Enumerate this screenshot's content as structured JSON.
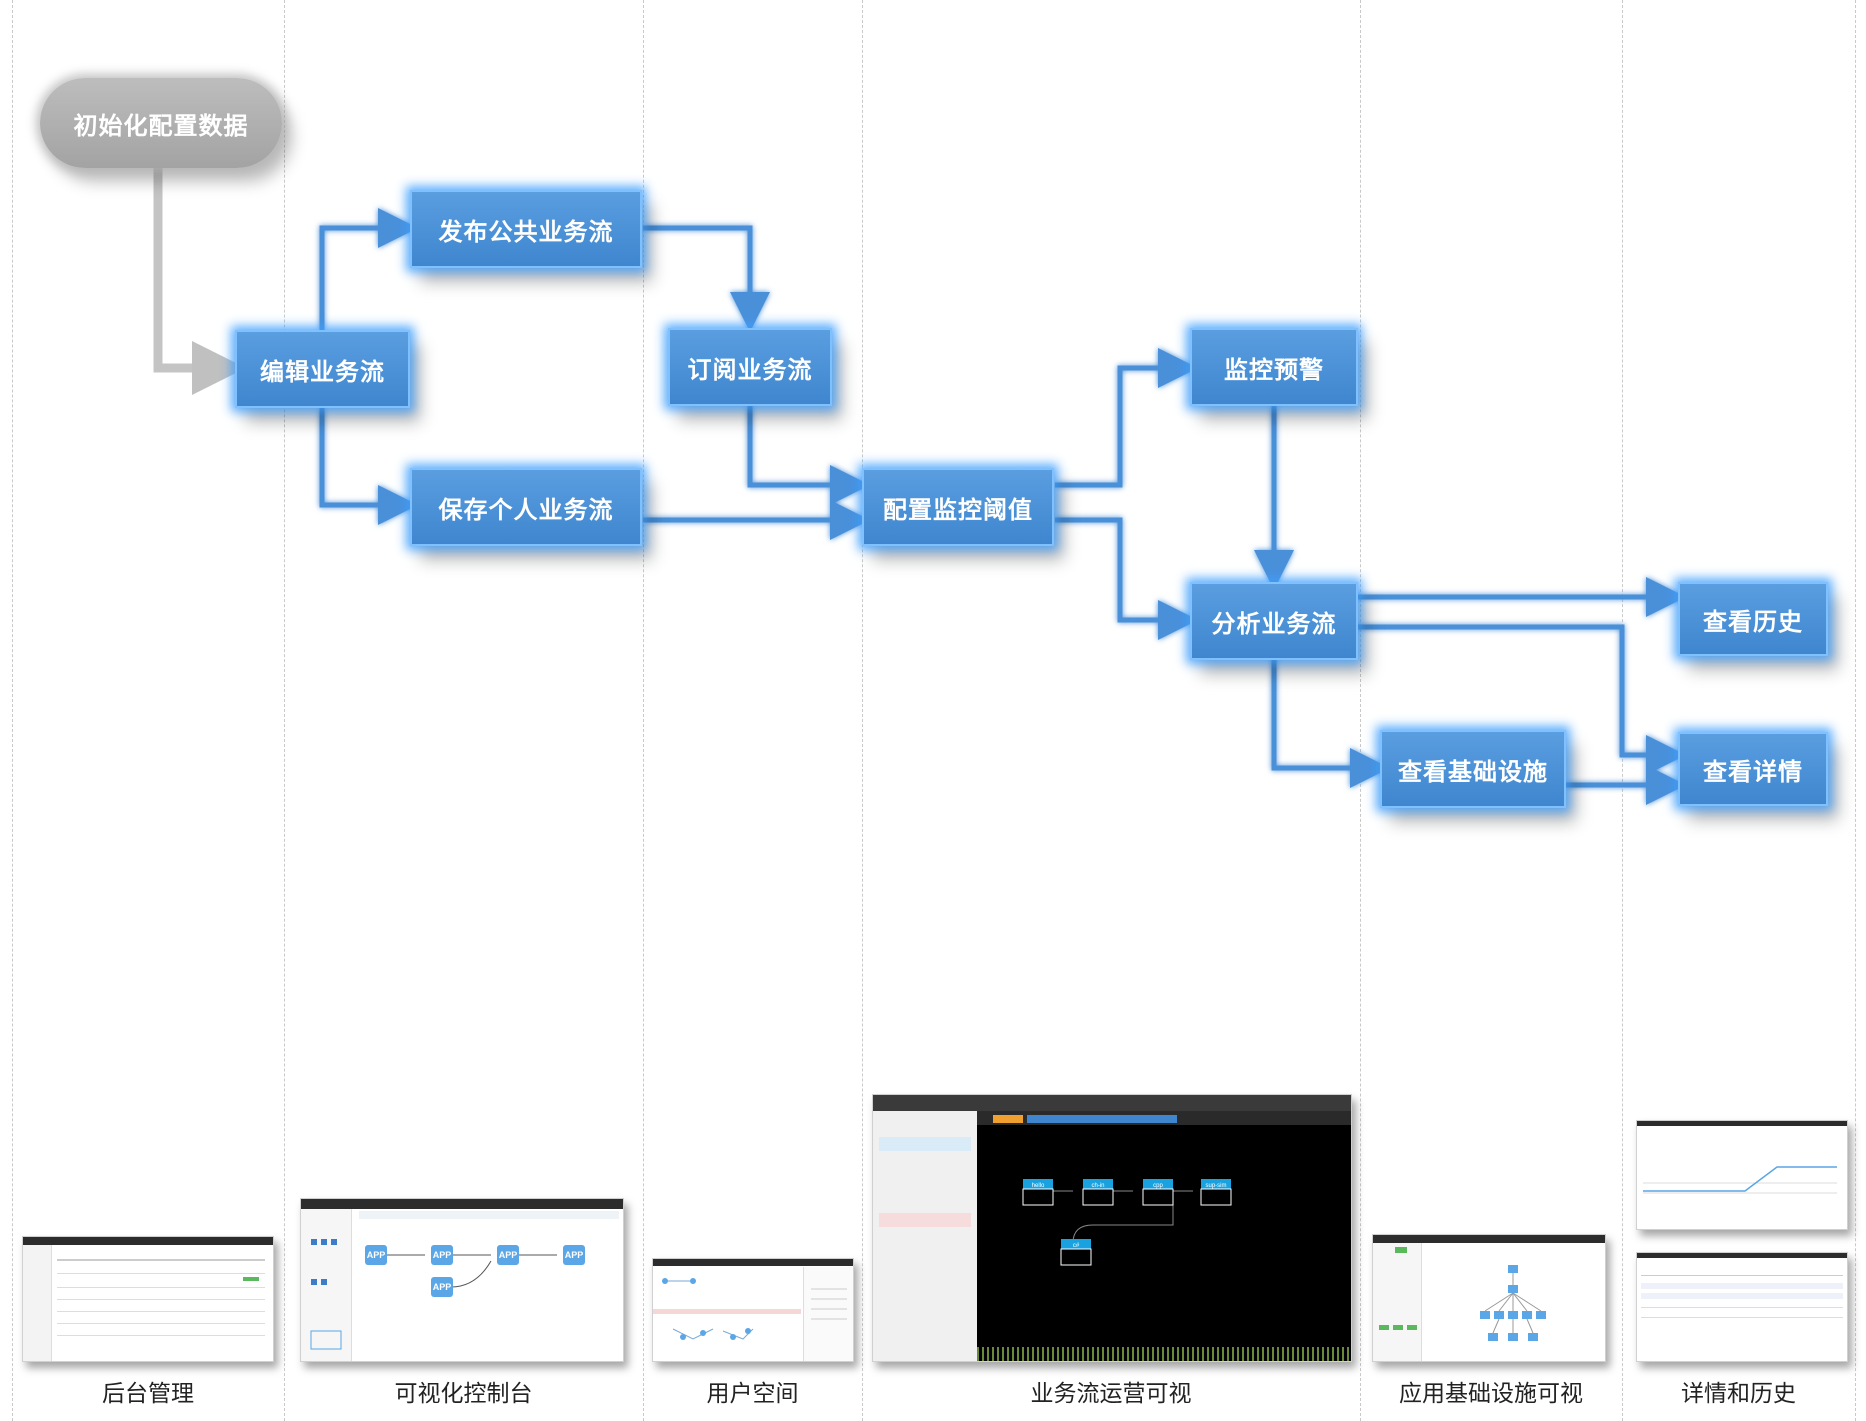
{
  "start": "初始化配置数据",
  "nodes": {
    "edit": "编辑业务流",
    "publish": "发布公共业务流",
    "save": "保存个人业务流",
    "subscribe": "订阅业务流",
    "threshold": "配置监控阈值",
    "alert": "监控预警",
    "analyze": "分析业务流",
    "infra": "查看基础设施",
    "history": "查看历史",
    "detail": "查看详情"
  },
  "lanes": [
    "后台管理",
    "可视化控制台",
    "用户空间",
    "业务流运营可视",
    "应用基础设施可视",
    "详情和历史"
  ],
  "thumbs": {
    "console_app": "APP",
    "ops_nodes": [
      "hello",
      "ch-in",
      "cpp",
      "sup-sim",
      "c#"
    ]
  },
  "colors": {
    "node": "#4a90d9",
    "glow": "#3da0ff",
    "edge": "#4a90d9",
    "start": "#b0b0b0"
  }
}
